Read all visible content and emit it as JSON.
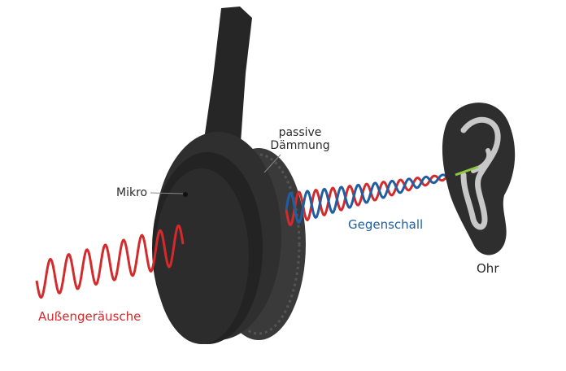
{
  "labels": {
    "passive_line1": "passive",
    "passive_line2": "Dämmung",
    "mikro": "Mikro",
    "gegenschall": "Gegenschall",
    "ohr": "Ohr",
    "aussengeraeusche": "Außengeräusche"
  },
  "colors": {
    "noise": "#d42a2c",
    "anti_noise": "#1f5ea3",
    "headphone": "#2b2b2b",
    "headphone_dark": "#1a1a1a",
    "ear": "#2e2e2e",
    "ear_canal": "#c8c8c8",
    "ear_drum": "#8dc63f",
    "text": "#2a2a2a"
  }
}
